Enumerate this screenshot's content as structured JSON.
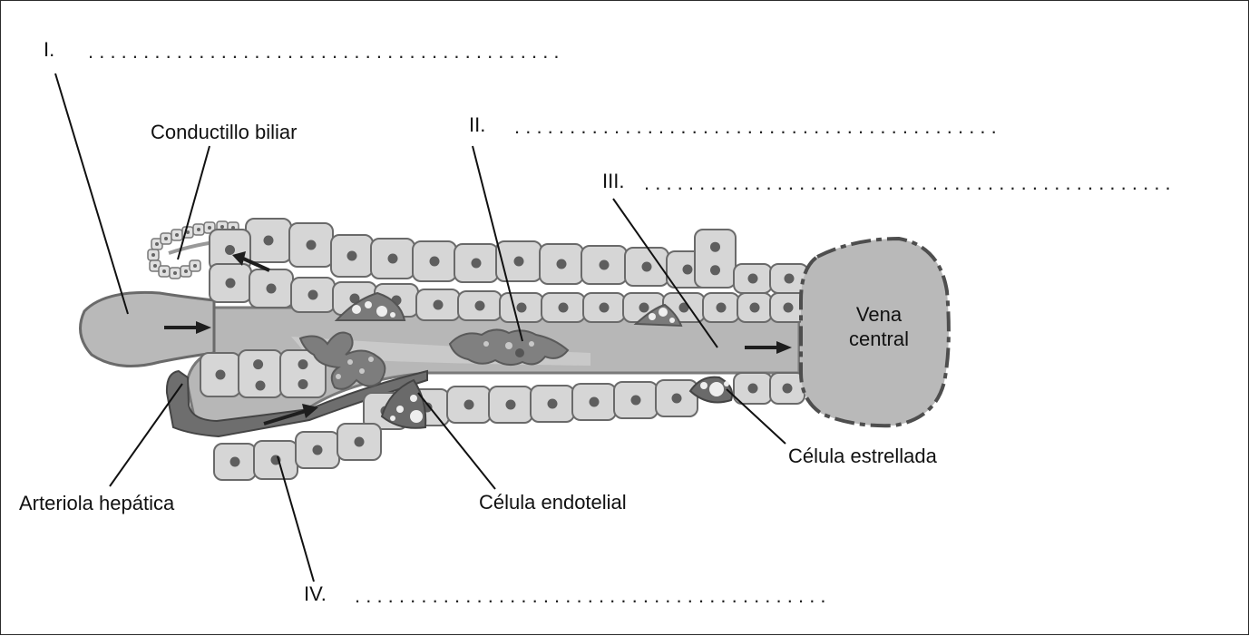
{
  "labels": {
    "conductillo_biliar": "Conductillo biliar",
    "vena_central_line1": "Vena",
    "vena_central_line2": "central",
    "celula_estrellada": "Célula estrellada",
    "arteriola_hepatica": "Arteriola hepática",
    "celula_endotelial": "Célula endotelial"
  },
  "blanks": [
    {
      "id": "I",
      "numeral": "I.",
      "dots": ". . . . . . . . . . . . . . . . . . . . . . . . . . . . . . . . . . . . . . . . . . ."
    },
    {
      "id": "II",
      "numeral": "II.",
      "dots": ". . . . . . . . . . . . . . . . . . . . . . . . . . . . . . . . . . . . . . . . . . . ."
    },
    {
      "id": "III",
      "numeral": "III.",
      "dots": ". . . . . . . . . . . . . . . . . . . . . . . . . . . . . . . . . . . . . . . . . . . . . . . ."
    },
    {
      "id": "IV",
      "numeral": "IV.",
      "dots": ". . . . . . . . . . . . . . . . . . . . . . . . . . . . . . . . . . . . . . . . . . ."
    }
  ],
  "colors": {
    "hepatocyte_fill": "#d6d6d6",
    "hepatocyte_stroke": "#6a6a6a",
    "nucleus": "#5e5e5e",
    "sinusoid": "#b5b5b5",
    "vessel_dark": "#7c7c7c",
    "vein_fill": "#b9b9b9",
    "vein_border": "#555555",
    "arrow": "#1e1e1e",
    "leader_line": "#111111"
  }
}
